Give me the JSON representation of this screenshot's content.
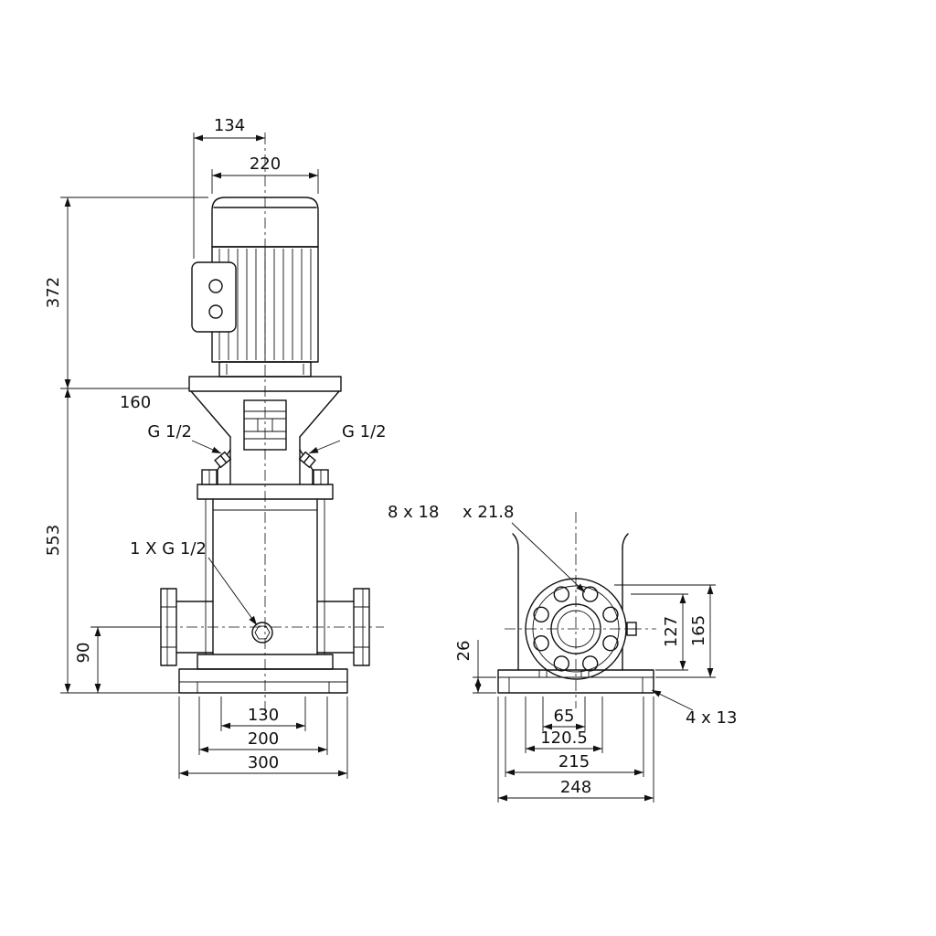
{
  "front_view": {
    "dim_134": "134",
    "dim_220": "220",
    "dim_372": "372",
    "dim_160": "160",
    "dim_553": "553",
    "dim_90": "90",
    "dim_130": "130",
    "dim_200": "200",
    "dim_300": "300",
    "port_left_label": "G 1/2",
    "port_right_label": "G 1/2",
    "drain_label": "1 X G 1/2"
  },
  "side_view": {
    "flange_hole_callout_a": "8 x 18",
    "flange_hole_callout_b": "x 21.8",
    "dim_26": "26",
    "dim_127": "127",
    "dim_165": "165",
    "dim_65": "65",
    "dim_120_5": "120.5",
    "dim_215": "215",
    "dim_248": "248",
    "base_hole_callout": "4 x 13"
  }
}
